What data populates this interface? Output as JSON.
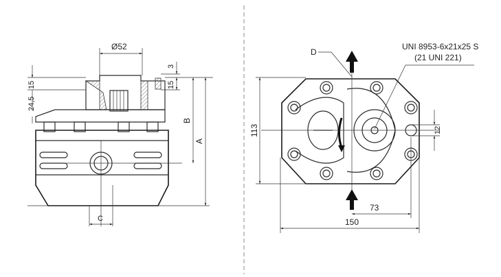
{
  "left_view": {
    "dim_diameter": "Ø52",
    "dim_3": "3",
    "dim_15_right": "15",
    "dim_15_left": "15",
    "dim_24_5": "24,5",
    "label_B": "B",
    "label_A": "A",
    "label_C": "C"
  },
  "right_view": {
    "label_D": "D",
    "spline_spec_line1": "UNI 8953-6x21x25 S",
    "spline_spec_line2": "(21 UNI 221)",
    "dim_113": "113",
    "dim_12": "12",
    "dim_73": "73",
    "dim_150": "150"
  }
}
